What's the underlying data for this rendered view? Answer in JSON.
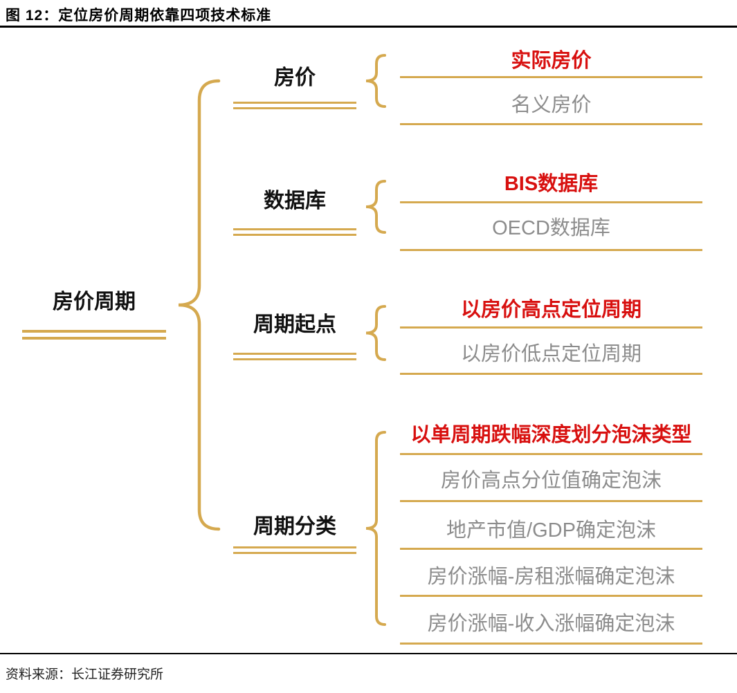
{
  "figure": {
    "title": "图 12：定位房价周期依靠四项技术标准",
    "source": "资料来源：长江证券研究所"
  },
  "colors": {
    "gold_connector": "#D5A94F",
    "highlight_red": "#D8100F",
    "secondary_gray": "#8C8C8C",
    "text_black": "#111111"
  },
  "diagram": {
    "root": {
      "label": "房价周期"
    },
    "branches": [
      {
        "label": "房价",
        "leaves": [
          {
            "text": "实际房价",
            "highlight": true
          },
          {
            "text": "名义房价",
            "highlight": false
          }
        ]
      },
      {
        "label": "数据库",
        "leaves": [
          {
            "text": "BIS数据库",
            "highlight": true
          },
          {
            "text": "OECD数据库",
            "highlight": false
          }
        ]
      },
      {
        "label": "周期起点",
        "leaves": [
          {
            "text": "以房价高点定位周期",
            "highlight": true
          },
          {
            "text": "以房价低点定位周期",
            "highlight": false
          }
        ]
      },
      {
        "label": "周期分类",
        "leaves": [
          {
            "text": "以单周期跌幅深度划分泡沫类型",
            "highlight": true
          },
          {
            "text": "房价高点分位值确定泡沫",
            "highlight": false
          },
          {
            "text": "地产市值/GDP确定泡沫",
            "highlight": false
          },
          {
            "text": "房价涨幅-房租涨幅确定泡沫",
            "highlight": false
          },
          {
            "text": "房价涨幅-收入涨幅确定泡沫",
            "highlight": false
          }
        ]
      }
    ]
  }
}
